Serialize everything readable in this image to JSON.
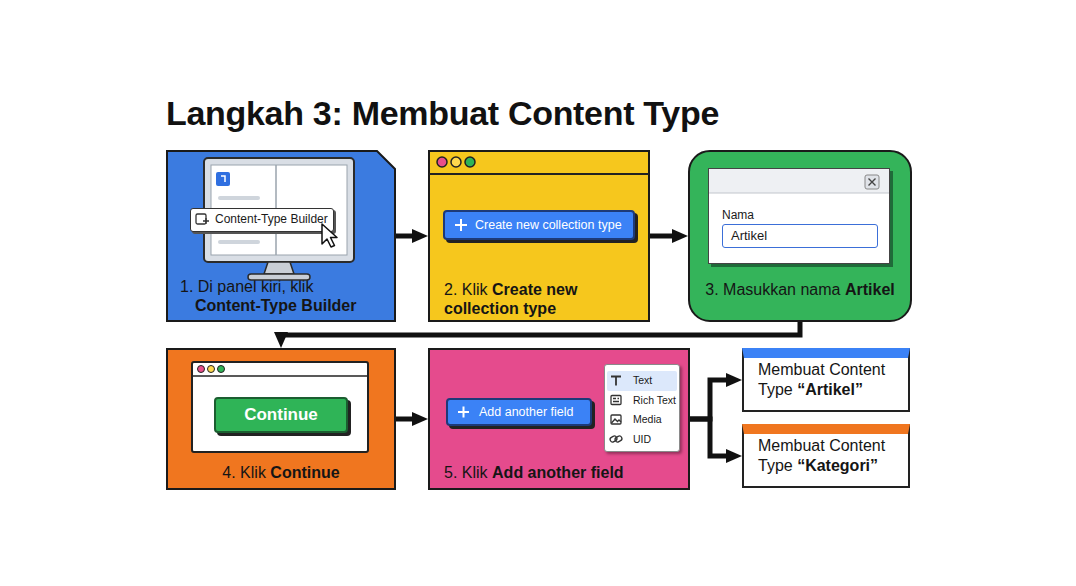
{
  "diagram": {
    "title": "Langkah 3: Membuat Content Type",
    "nodes": [
      {
        "text": [
          "1. Di panel kiri, klik",
          "Content-Type Builder"
        ]
      },
      {
        "text": [
          "Content-Type Builder"
        ],
        "in": 0
      },
      {
        "text": [
          "2. Klik",
          "Create new collection type"
        ]
      },
      {
        "text": [
          "Create new collection type"
        ],
        "in": 2
      },
      {
        "text": [
          "3. Masukkan nama",
          "Artikel"
        ]
      },
      {
        "text": [
          "Nama"
        ],
        "in": 4
      },
      {
        "text": [
          "Artikel"
        ],
        "in": 5
      },
      {
        "text": [
          "4. Klik",
          "Continue"
        ]
      },
      {
        "text": [
          "Continue"
        ],
        "in": 7
      },
      {
        "text": [
          "5. Klik",
          "Add another field"
        ]
      },
      {
        "text": [
          "Add another field"
        ],
        "in": 9
      },
      {
        "text": [
          "Text",
          "Rich Text",
          "Media",
          "UID"
        ],
        "in": 9
      },
      {
        "text": [
          "Membuat Content Type",
          "“Artikel”"
        ]
      },
      {
        "text": [
          "Membuat Content Type",
          "“Kategori”"
        ]
      }
    ],
    "edges": [
      {
        "from": 0,
        "to": 2,
        "arrow": "to"
      },
      {
        "from": 2,
        "to": 4,
        "arrow": "to"
      },
      {
        "from": 4,
        "to": 7,
        "arrow": "to"
      },
      {
        "from": 7,
        "to": 9,
        "arrow": "to"
      },
      {
        "from": 9,
        "to": 12,
        "arrow": "to"
      },
      {
        "from": 9,
        "to": 13,
        "arrow": "to"
      }
    ]
  }
}
